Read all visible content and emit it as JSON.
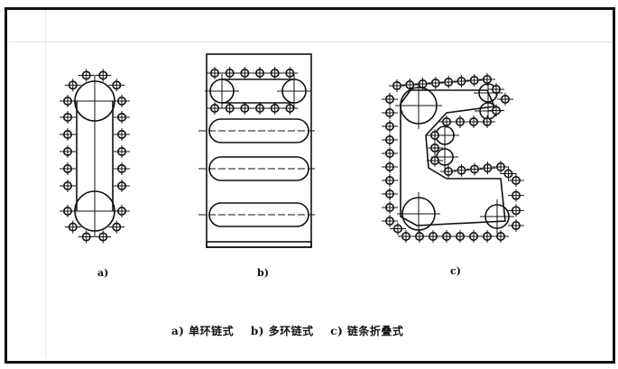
{
  "figure": {
    "labels": {
      "a": "a)",
      "b": "b)",
      "c": "c)"
    },
    "caption": {
      "a": "a) 单环链式",
      "b": "b) 多环链式",
      "c": "c) 链条折叠式"
    }
  }
}
